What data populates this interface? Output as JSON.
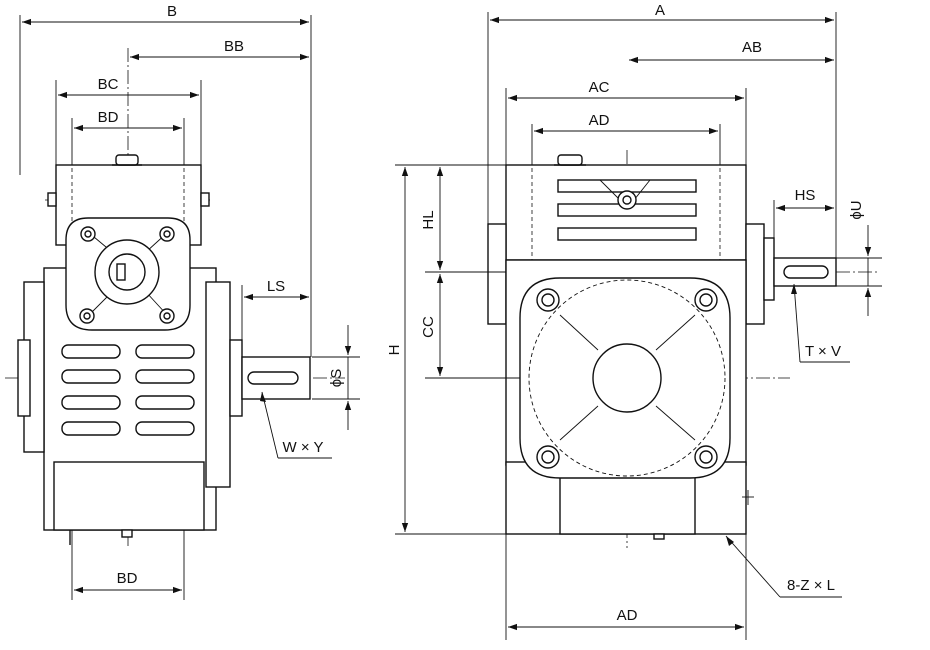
{
  "dimensions": {
    "B": "B",
    "BB": "BB",
    "BC": "BC",
    "BD_top": "BD",
    "BD_bottom": "BD",
    "LS": "LS",
    "phiS": "ϕS",
    "WxY": "W × Y",
    "A": "A",
    "AB": "AB",
    "AC": "AC",
    "AD_top": "AD",
    "AD_bottom": "AD",
    "HL": "HL",
    "CC": "CC",
    "H": "H",
    "HS": "HS",
    "phiU": "ϕU",
    "TxV": "T × V",
    "ZxL": "8-Z × L"
  }
}
